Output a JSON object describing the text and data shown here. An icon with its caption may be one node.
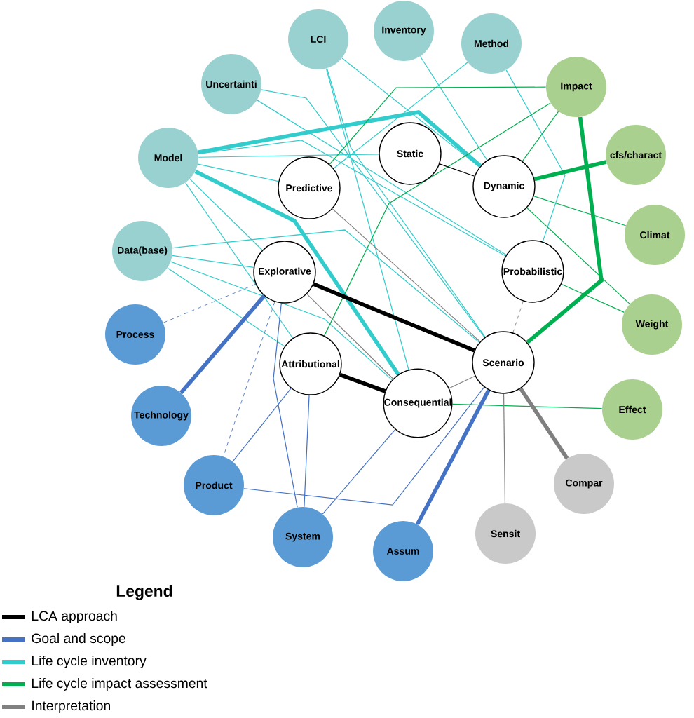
{
  "diagram": {
    "nodes": [
      {
        "text": [
          "LCI"
        ]
      },
      {
        "text": [
          "Inventory"
        ]
      },
      {
        "text": [
          "Method"
        ]
      },
      {
        "text": [
          "Uncertainti"
        ]
      },
      {
        "text": [
          "Impact"
        ]
      },
      {
        "text": [
          "Model"
        ]
      },
      {
        "text": [
          "cfs/charact"
        ]
      },
      {
        "text": [
          "Static"
        ]
      },
      {
        "text": [
          "Predictive"
        ]
      },
      {
        "text": [
          "Dynamic"
        ]
      },
      {
        "text": [
          "Climat"
        ]
      },
      {
        "text": [
          "Data(base)"
        ]
      },
      {
        "text": [
          "Explorative"
        ]
      },
      {
        "text": [
          "Probabilistic"
        ]
      },
      {
        "text": [
          "Weight"
        ]
      },
      {
        "text": [
          "Process"
        ]
      },
      {
        "text": [
          "Attributional"
        ]
      },
      {
        "text": [
          "Scenario"
        ]
      },
      {
        "text": [
          "Technology"
        ]
      },
      {
        "text": [
          "Effect"
        ]
      },
      {
        "text": [
          "Consequential"
        ]
      },
      {
        "text": [
          "Product"
        ]
      },
      {
        "text": [
          "Compar"
        ]
      },
      {
        "text": [
          "System"
        ]
      },
      {
        "text": [
          "Sensit"
        ]
      },
      {
        "text": [
          "Assum"
        ]
      }
    ],
    "edges": [
      {
        "from": 5,
        "to": 9,
        "arrow": "none",
        "style": "thick"
      },
      {
        "from": 5,
        "to": 7,
        "arrow": "none"
      },
      {
        "from": 5,
        "to": 8,
        "arrow": "none"
      },
      {
        "from": 5,
        "to": 20,
        "arrow": "none",
        "style": "thick"
      },
      {
        "from": 5,
        "to": 16,
        "arrow": "none"
      },
      {
        "from": 5,
        "to": 12,
        "arrow": "none"
      },
      {
        "from": 5,
        "to": 13,
        "arrow": "none"
      },
      {
        "from": 3,
        "to": 17,
        "arrow": "none"
      },
      {
        "from": 3,
        "to": 13,
        "arrow": "none"
      },
      {
        "from": 0,
        "to": 9,
        "arrow": "none"
      },
      {
        "from": 0,
        "to": 20,
        "arrow": "none"
      },
      {
        "from": 0,
        "to": 17,
        "arrow": "none"
      },
      {
        "from": 1,
        "to": 9,
        "arrow": "none"
      },
      {
        "from": 2,
        "to": 13,
        "arrow": "none"
      },
      {
        "from": 2,
        "to": 8,
        "arrow": "none"
      },
      {
        "from": 11,
        "to": 17,
        "arrow": "none"
      },
      {
        "from": 11,
        "to": 12,
        "arrow": "none"
      },
      {
        "from": 11,
        "to": 20,
        "arrow": "none"
      },
      {
        "from": 11,
        "to": 16,
        "arrow": "none"
      },
      {
        "from": 4,
        "to": 17,
        "arrow": "none",
        "style": "thick",
        "color": "#00b050"
      },
      {
        "from": 4,
        "to": 9,
        "arrow": "none",
        "color": "#00b050"
      },
      {
        "from": 4,
        "to": 8,
        "arrow": "none",
        "color": "#00b050"
      },
      {
        "from": 4,
        "to": 16,
        "arrow": "none",
        "color": "#00b050"
      },
      {
        "from": 9,
        "to": 6,
        "arrow": "none",
        "style": "thick",
        "color": "#00b050"
      },
      {
        "from": 9,
        "to": 10,
        "arrow": "none",
        "color": "#00b050"
      },
      {
        "from": 9,
        "to": 14,
        "arrow": "none",
        "color": "#00b050"
      },
      {
        "from": 13,
        "to": 14,
        "arrow": "none",
        "color": "#00b050"
      },
      {
        "from": 20,
        "to": 19,
        "arrow": "none",
        "color": "#00b050"
      },
      {
        "from": 7,
        "to": 9,
        "arrow": "none",
        "color": "#000000"
      },
      {
        "from": 12,
        "to": 17,
        "arrow": "none",
        "style": "thick",
        "color": "#000000"
      },
      {
        "from": 16,
        "to": 20,
        "arrow": "none",
        "style": "thick",
        "color": "#000000"
      },
      {
        "from": 8,
        "to": 17,
        "arrow": "none",
        "color": "#808080"
      },
      {
        "from": 12,
        "to": 20,
        "arrow": "none",
        "color": "#808080"
      },
      {
        "from": 20,
        "to": 17,
        "arrow": "none",
        "color": "#808080"
      },
      {
        "from": 13,
        "to": 17,
        "arrow": "none",
        "style": "dashed",
        "color": "#808080"
      },
      {
        "from": 17,
        "to": 22,
        "arrow": "none",
        "style": "thick",
        "color": "#808080"
      },
      {
        "from": 17,
        "to": 24,
        "arrow": "none",
        "color": "#808080"
      },
      {
        "from": 12,
        "to": 18,
        "arrow": "none",
        "style": "thick",
        "color": "#4472c4"
      },
      {
        "from": 12,
        "to": 15,
        "arrow": "none",
        "style": "dashed",
        "color": "#4472c4"
      },
      {
        "from": 12,
        "to": 21,
        "arrow": "none",
        "style": "dashed",
        "color": "#4472c4"
      },
      {
        "from": 12,
        "to": 23,
        "arrow": "none",
        "color": "#4472c4"
      },
      {
        "from": 16,
        "to": 21,
        "arrow": "none",
        "color": "#4472c4"
      },
      {
        "from": 16,
        "to": 23,
        "arrow": "none",
        "color": "#4472c4"
      },
      {
        "from": 21,
        "to": 17,
        "arrow": "none",
        "color": "#4472c4"
      },
      {
        "from": 20,
        "to": 23,
        "arrow": "none",
        "color": "#4472c4"
      },
      {
        "from": 17,
        "to": 25,
        "arrow": "none",
        "style": "thick",
        "color": "#4472c4"
      }
    ],
    "labels": [
      "Legend"
    ],
    "legend": [
      {
        "text": "LCA approach",
        "color": "#000000"
      },
      {
        "text": "Goal and scope",
        "color": "#4472c4"
      },
      {
        "text": "Life cycle inventory",
        "color": "#33cccc"
      },
      {
        "text": "Life cycle impact assessment",
        "color": "#00b050"
      },
      {
        "text": "Interpretation",
        "color": "#808080"
      }
    ]
  }
}
